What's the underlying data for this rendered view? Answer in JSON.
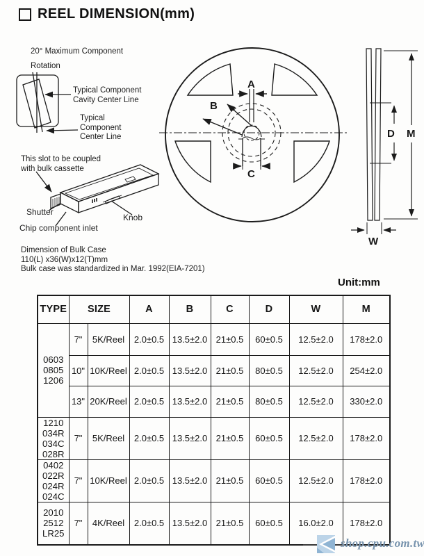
{
  "page": {
    "title": "REEL DIMENSION(mm)",
    "unit_label": "Unit:mm"
  },
  "rotation_diagram": {
    "caption": [
      "20° Maximum Component",
      "Rotation"
    ],
    "cavity_label": [
      "Typical Component",
      "Cavity Center Line"
    ],
    "center_label": [
      "Typical",
      "Component",
      "Center Line"
    ]
  },
  "cassette_diagram": {
    "slot_label": [
      "This slot to be coupled",
      "with bulk cassette"
    ],
    "shutter_label": "Shutter",
    "knob_label": "Knob",
    "inlet_label": "Chip component inlet",
    "note": [
      "Dimension of Bulk Case",
      "110(L) x36(W)x12(T)mm",
      "Bulk case was standardized in Mar. 1992(EIA-7201)"
    ]
  },
  "reel_diagram": {
    "label_a": "A",
    "label_b": "B",
    "label_c": "C"
  },
  "side_view": {
    "label_d": "D",
    "label_m": "M",
    "label_w": "W"
  },
  "table": {
    "headers": [
      "TYPE",
      "SIZE",
      "A",
      "B",
      "C",
      "D",
      "W",
      "M"
    ],
    "groups": [
      {
        "type": [
          "0603",
          "0805",
          "1206"
        ],
        "rows": [
          {
            "size_inch": "7\"",
            "size_qty": "5K/Reel",
            "a": "2.0±0.5",
            "b": "13.5±2.0",
            "c": "21±0.5",
            "d": "60±0.5",
            "w": "12.5±2.0",
            "m": "178±2.0"
          },
          {
            "size_inch": "10\"",
            "size_qty": "10K/Reel",
            "a": "2.0±0.5",
            "b": "13.5±2.0",
            "c": "21±0.5",
            "d": "80±0.5",
            "w": "12.5±2.0",
            "m": "254±2.0"
          },
          {
            "size_inch": "13\"",
            "size_qty": "20K/Reel",
            "a": "2.0±0.5",
            "b": "13.5±2.0",
            "c": "21±0.5",
            "d": "80±0.5",
            "w": "12.5±2.0",
            "m": "330±2.0"
          }
        ]
      },
      {
        "type": [
          "1210",
          "034R",
          "034C",
          "028R"
        ],
        "rows": [
          {
            "size_inch": "7\"",
            "size_qty": "5K/Reel",
            "a": "2.0±0.5",
            "b": "13.5±2.0",
            "c": "21±0.5",
            "d": "60±0.5",
            "w": "12.5±2.0",
            "m": "178±2.0"
          }
        ]
      },
      {
        "type": [
          "0402",
          "022R",
          "024R",
          "024C"
        ],
        "rows": [
          {
            "size_inch": "7\"",
            "size_qty": "10K/Reel",
            "a": "2.0±0.5",
            "b": "13.5±2.0",
            "c": "21±0.5",
            "d": "60±0.5",
            "w": "12.5±2.0",
            "m": "178±2.0"
          }
        ]
      },
      {
        "type": [
          "2010",
          "2512",
          "LR25"
        ],
        "rows": [
          {
            "size_inch": "7\"",
            "size_qty": "4K/Reel",
            "a": "2.0±0.5",
            "b": "13.5±2.0",
            "c": "21±0.5",
            "d": "60±0.5",
            "w": "16.0±2.0",
            "m": "178±2.0"
          }
        ]
      }
    ]
  },
  "watermark": {
    "text": "shop.cpu.com.tw",
    "text_color": "#7793ad",
    "logo_colors": [
      "#bcd4e8",
      "#8fb4d3",
      "#ffffff"
    ]
  }
}
